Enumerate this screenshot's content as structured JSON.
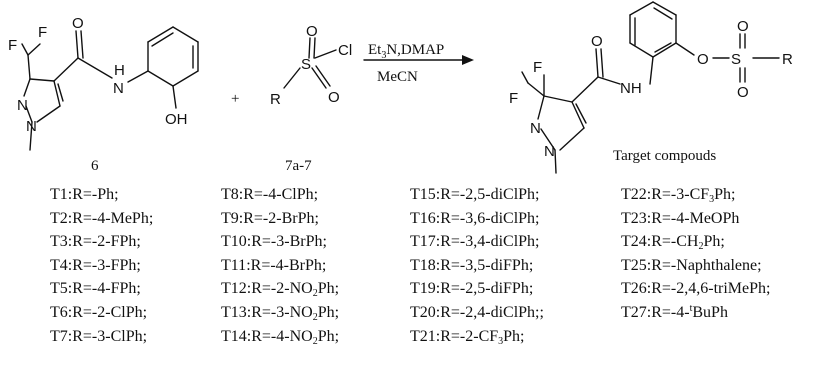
{
  "reactant1": {
    "label": "6",
    "atoms": {
      "f1": "F",
      "f2": "F",
      "n1": "N",
      "n2": "N",
      "nh": "N",
      "h": "H",
      "o": "O",
      "oh": "OH"
    }
  },
  "plus": "+",
  "reactant2": {
    "label": "7a-7",
    "atoms": {
      "r": "R",
      "s": "S",
      "o1": "O",
      "o2": "O",
      "cl": "Cl"
    }
  },
  "conditions": {
    "above": "Et3N,DMAP",
    "below": "MeCN"
  },
  "product": {
    "label": "Target compouds",
    "atoms": {
      "f1": "F",
      "f2": "F",
      "n1": "N",
      "n2": "N",
      "o": "O",
      "nh": "NH",
      "o_link": "O",
      "s": "S",
      "r": "R",
      "o1": "O",
      "o2": "O"
    }
  },
  "compounds": [
    [
      {
        "id": "T1",
        "segs": [
          {
            "t": "R=-Ph;"
          }
        ]
      },
      {
        "id": "T2",
        "segs": [
          {
            "t": "R=-4-MePh;"
          }
        ]
      },
      {
        "id": "T3",
        "segs": [
          {
            "t": "R=-2-FPh;"
          }
        ]
      },
      {
        "id": "T4",
        "segs": [
          {
            "t": "R=-3-FPh;"
          }
        ]
      },
      {
        "id": "T5",
        "segs": [
          {
            "t": "R=-4-FPh;"
          }
        ]
      },
      {
        "id": "T6",
        "segs": [
          {
            "t": "R=-2-ClPh;"
          }
        ]
      },
      {
        "id": "T7",
        "segs": [
          {
            "t": "R=-3-ClPh;"
          }
        ]
      }
    ],
    [
      {
        "id": "T8",
        "segs": [
          {
            "t": "R=-4-ClPh;"
          }
        ]
      },
      {
        "id": "T9",
        "segs": [
          {
            "t": "R=-2-BrPh;"
          }
        ]
      },
      {
        "id": "T10",
        "segs": [
          {
            "t": "R=-3-BrPh;"
          }
        ]
      },
      {
        "id": "T11",
        "segs": [
          {
            "t": "R=-4-BrPh;"
          }
        ]
      },
      {
        "id": "T12",
        "segs": [
          {
            "t": "R=-2-NO"
          },
          {
            "sub": "2"
          },
          {
            "t": "Ph;"
          }
        ]
      },
      {
        "id": "T13",
        "segs": [
          {
            "t": "R=-3-NO"
          },
          {
            "sub": "2"
          },
          {
            "t": "Ph;"
          }
        ]
      },
      {
        "id": "T14",
        "segs": [
          {
            "t": "R=-4-NO"
          },
          {
            "sub": "2"
          },
          {
            "t": "Ph;"
          }
        ]
      }
    ],
    [
      {
        "id": "T15",
        "segs": [
          {
            "t": "R=-2,5-diClPh;"
          }
        ]
      },
      {
        "id": "T16",
        "segs": [
          {
            "t": "R=-3,6-diClPh;"
          }
        ]
      },
      {
        "id": "T17",
        "segs": [
          {
            "t": "R=-3,4-diClPh;"
          }
        ]
      },
      {
        "id": "T18",
        "segs": [
          {
            "t": "R=-3,5-diFPh;"
          }
        ]
      },
      {
        "id": "T19",
        "segs": [
          {
            "t": "R=-2,5-diFPh;"
          }
        ]
      },
      {
        "id": "T20",
        "segs": [
          {
            "t": "R=-2,4-diClPh;;"
          }
        ]
      },
      {
        "id": "T21",
        "segs": [
          {
            "t": "R=-2-CF"
          },
          {
            "sub": "3"
          },
          {
            "t": "Ph;"
          }
        ]
      }
    ],
    [
      {
        "id": "T22",
        "segs": [
          {
            "t": "R=-3-CF"
          },
          {
            "sub": "3"
          },
          {
            "t": "Ph;"
          }
        ]
      },
      {
        "id": "T23",
        "segs": [
          {
            "t": "R=-4-MeOPh"
          }
        ]
      },
      {
        "id": "T24",
        "segs": [
          {
            "t": "R=-CH"
          },
          {
            "sub": "2"
          },
          {
            "t": "Ph;"
          }
        ]
      },
      {
        "id": "T25",
        "segs": [
          {
            "t": "R=-Naphthalene;"
          }
        ]
      },
      {
        "id": "T26",
        "segs": [
          {
            "t": "R=-2,4,6-triMePh;"
          }
        ]
      },
      {
        "id": "T27",
        "segs": [
          {
            "t": "R=-4-"
          },
          {
            "sup": "t"
          },
          {
            "t": "BuPh"
          }
        ]
      }
    ]
  ]
}
